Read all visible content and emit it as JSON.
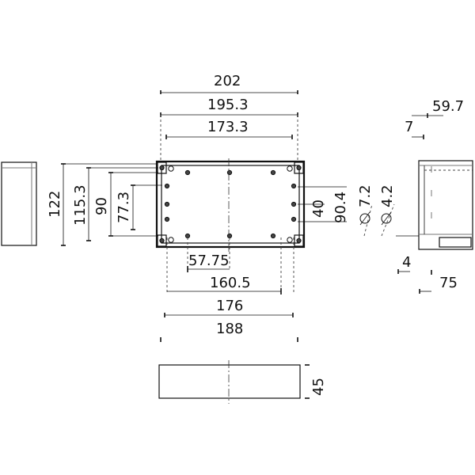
{
  "dimensions": {
    "d202": "202",
    "d195_3": "195.3",
    "d173_3": "173.3",
    "d59_7": "59.7",
    "d7": "7",
    "d122": "122",
    "d115_3": "115.3",
    "d90": "90",
    "d77_3": "77.3",
    "d40": "40",
    "d90_4": "90.4",
    "d7_2": "7.2",
    "d4_2": "4.2",
    "d57_75": "57.75",
    "d160_5": "160.5",
    "d4": "4",
    "d75": "75",
    "d176": "176",
    "d188": "188",
    "d45": "45"
  },
  "symbols": {
    "diameter": "⌀"
  }
}
